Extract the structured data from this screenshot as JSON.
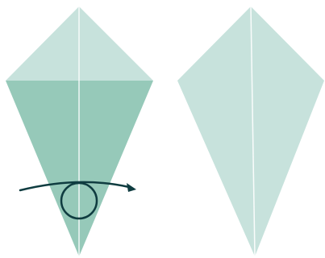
{
  "diagram": {
    "paper_colors": {
      "light": "#c7e2dc",
      "dark": "#96c9b9",
      "crease": "#ffffff",
      "arrow": "#0f3c40"
    },
    "steps": [
      {
        "state": "before-fold",
        "indicator": "turn-over"
      },
      {
        "state": "after-fold"
      }
    ]
  }
}
